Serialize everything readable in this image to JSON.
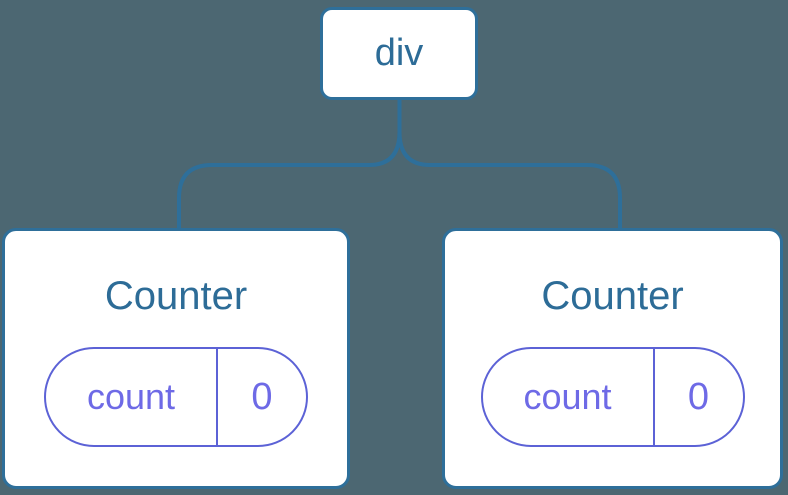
{
  "colors": {
    "background": "#4C6772",
    "line-blue": "#2E6F9A",
    "text-blue": "#2D6C97",
    "pill-purple": "#5C62D6",
    "pill-text-purple": "#6E6AE6",
    "card-fill": "#FFFFFF"
  },
  "tree": {
    "root": {
      "label": "div"
    },
    "children": [
      {
        "title": "Counter",
        "state": {
          "key": "count",
          "value": "0"
        }
      },
      {
        "title": "Counter",
        "state": {
          "key": "count",
          "value": "0"
        }
      }
    ]
  }
}
